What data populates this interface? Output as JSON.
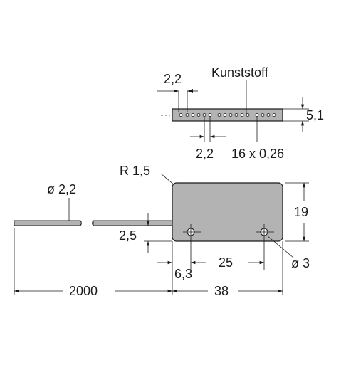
{
  "drawing": {
    "labels": {
      "material": "Kunststoff",
      "pitch_top": "2,2",
      "pitch_bottom": "2,2",
      "thickness": "5,1",
      "contacts": "16 x 0,26",
      "radius": "R 1,5",
      "cable_diameter": "ø 2,2",
      "height": "19",
      "cable_offset": "2,5",
      "hole_spacing": "25",
      "hole_offset": "6,3",
      "hole_diameter": "ø 3",
      "cable_length": "2000",
      "body_length": "38"
    },
    "colors": {
      "body": "#b3b3b3",
      "line": "#1a1a1a"
    }
  }
}
